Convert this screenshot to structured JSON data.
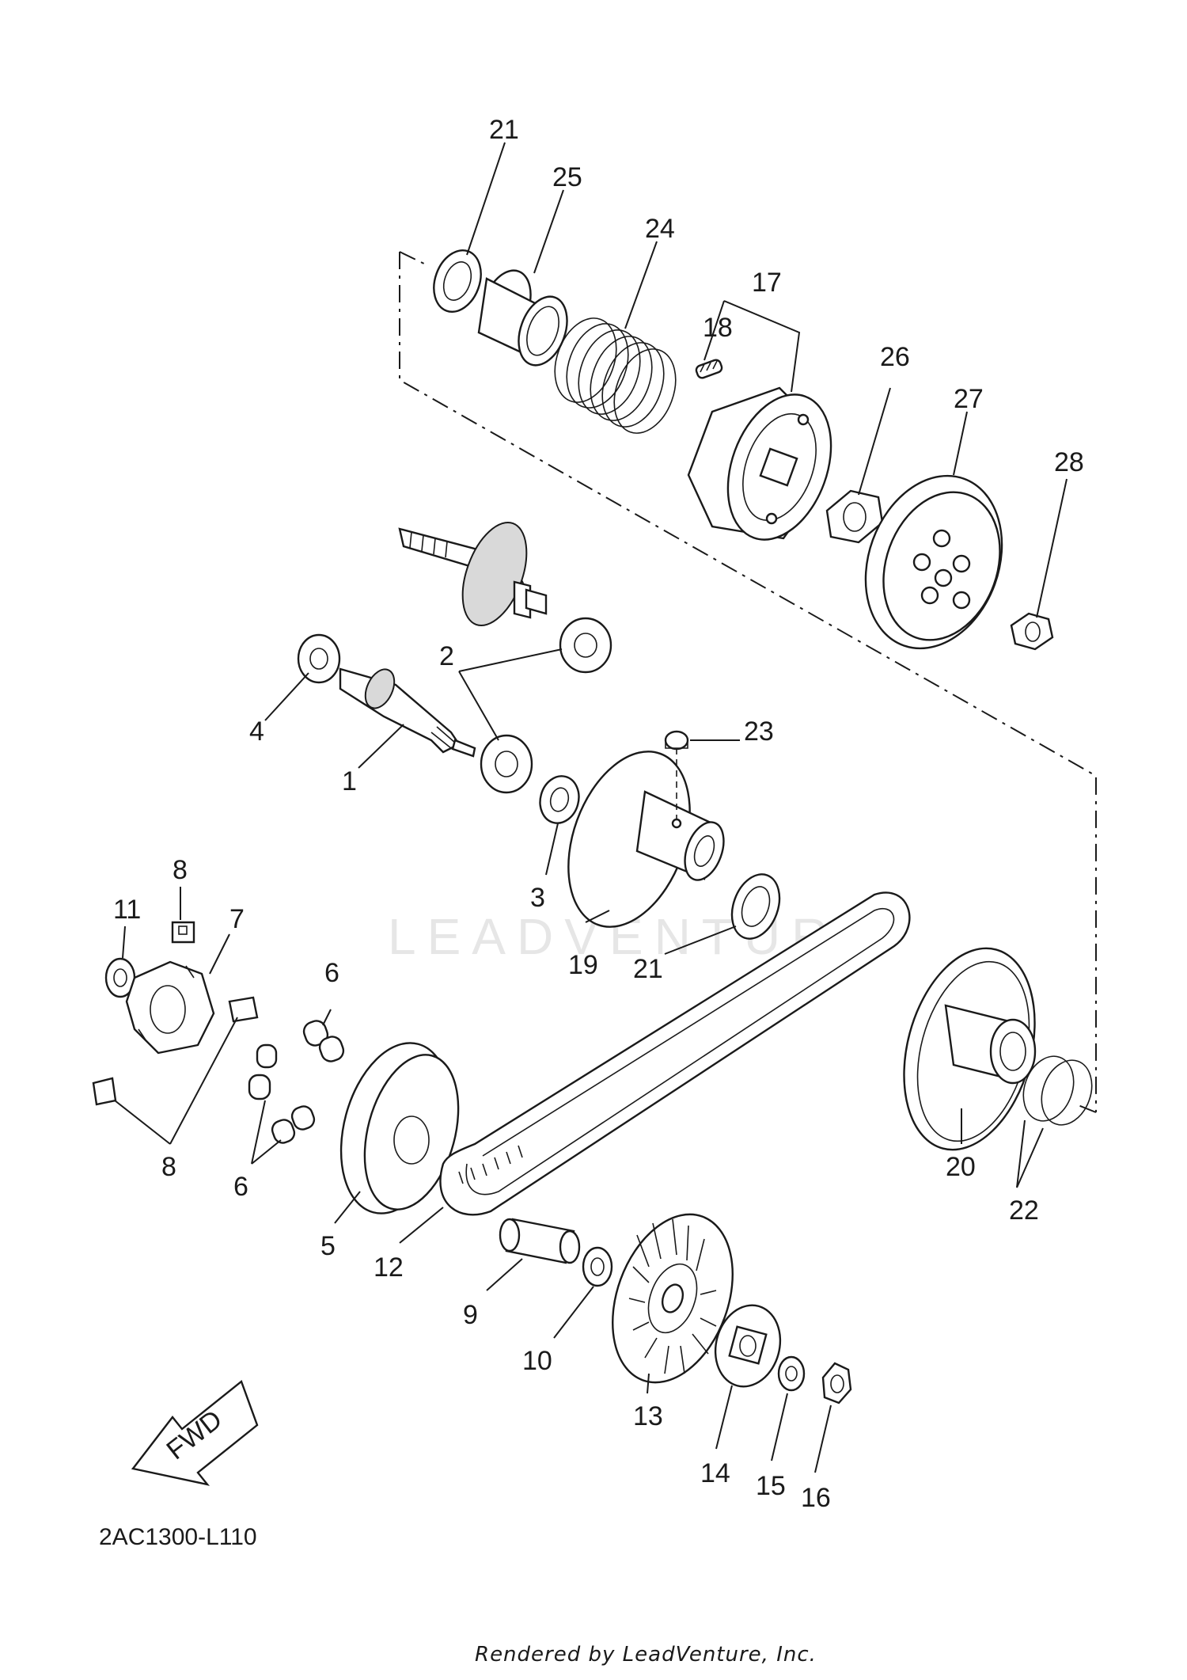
{
  "diagram": {
    "code": "2AC1300-L110",
    "credit": "Rendered by LeadVenture, Inc.",
    "watermark": "LEADVENTURE",
    "fwd_label": "FWD",
    "callouts": {
      "c21a": "21",
      "c25": "25",
      "c24": "24",
      "c17": "17",
      "c18": "18",
      "c26": "26",
      "c27": "27",
      "c28": "28",
      "c2": "2",
      "c4": "4",
      "c1": "1",
      "c23": "23",
      "c3": "3",
      "c19": "19",
      "c21b": "21",
      "c8a": "8",
      "c11": "11",
      "c7": "7",
      "c6a": "6",
      "c8b": "8",
      "c6b": "6",
      "c5": "5",
      "c12": "12",
      "c9": "9",
      "c10": "10",
      "c13": "13",
      "c14": "14",
      "c15": "15",
      "c16": "16",
      "c20": "20",
      "c22": "22"
    }
  }
}
